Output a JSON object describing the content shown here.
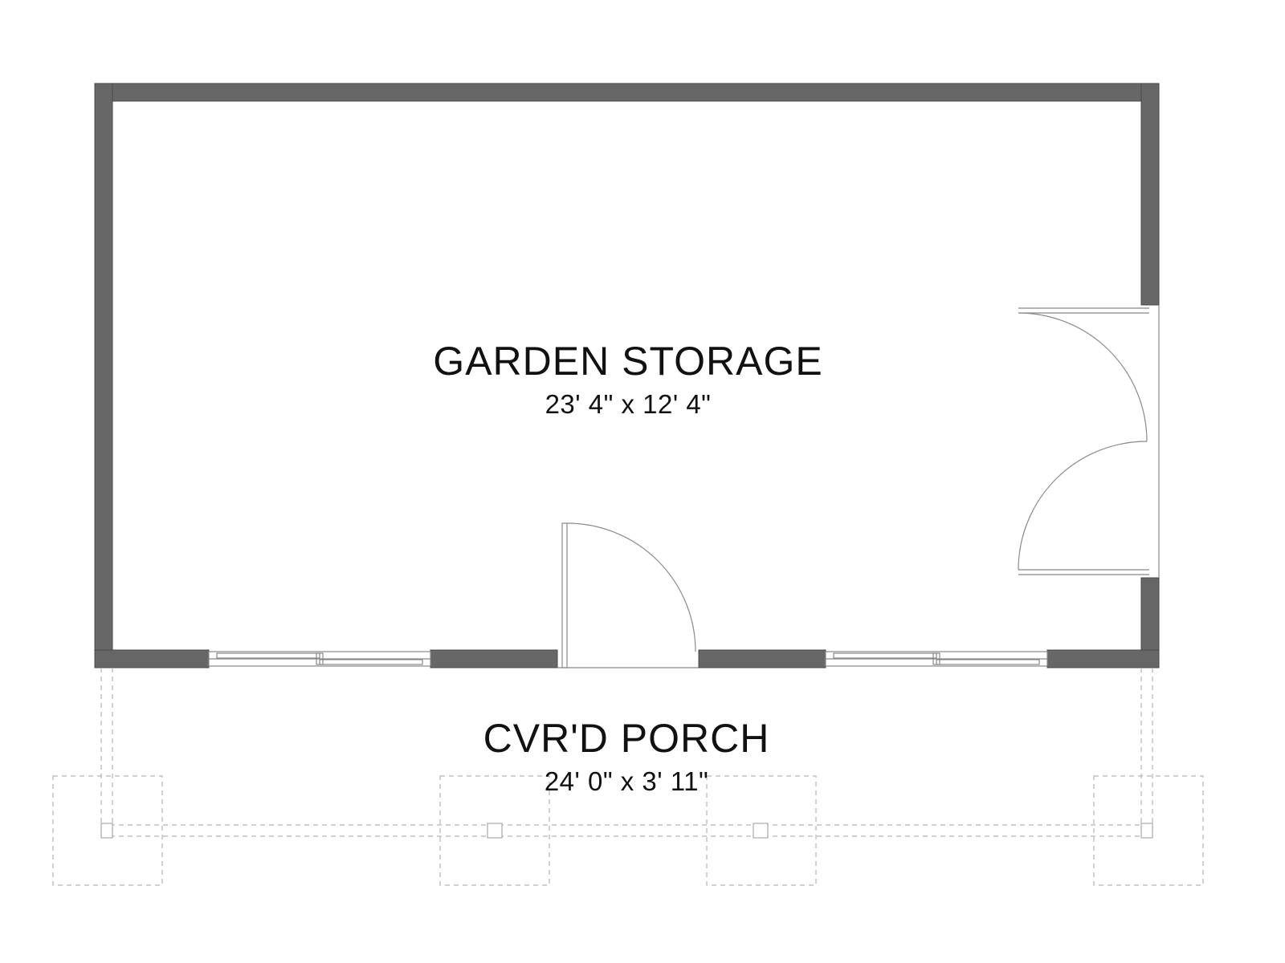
{
  "rooms": {
    "garden_storage": {
      "name": "GARDEN STORAGE",
      "dimensions": "23' 4\" x 12' 4\""
    },
    "porch": {
      "name": "CVR'D PORCH",
      "dimensions": "24' 0\" x 3' 11\""
    }
  },
  "colors": {
    "wall": "#676767",
    "background": "#ffffff"
  }
}
